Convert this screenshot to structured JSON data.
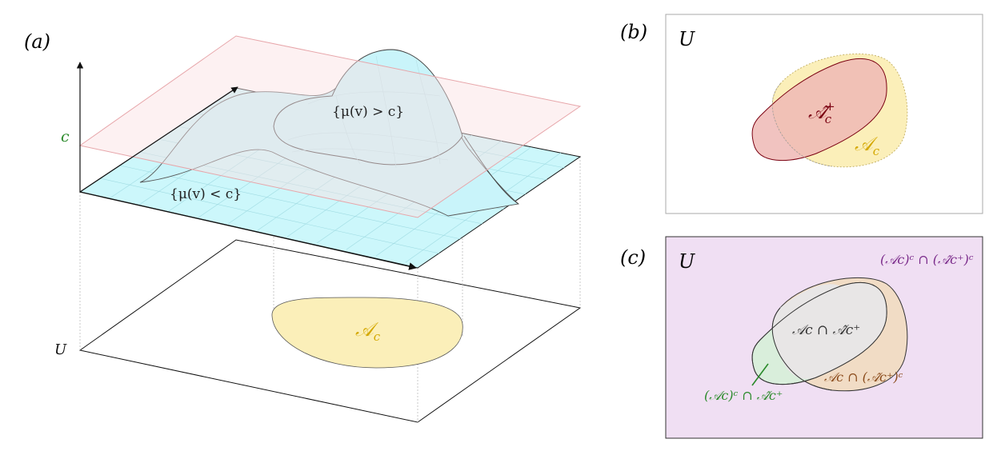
{
  "panel_a": {
    "label": "(a)",
    "axis_c_label": "c",
    "region_above": "{μ(v) > c}",
    "region_below": "{μ(v) < c}",
    "set_label": "𝒜",
    "set_subscript": "c",
    "base_label": "U"
  },
  "panel_b": {
    "label": "(b)",
    "universe_label": "U",
    "estimate_label": "𝒜̂",
    "estimate_sub": "c",
    "estimate_sup": "+",
    "set_label": "𝒜",
    "set_subscript": "c"
  },
  "panel_c": {
    "label": "(c)",
    "universe_label": "U",
    "complement_both": "(𝒜c)ᶜ ∩ (𝒜̂c⁺)ᶜ",
    "intersection": "𝒜c ∩ 𝒜̂c⁺",
    "set_minus_estimate": "𝒜c ∩ (𝒜̂c⁺)ᶜ",
    "estimate_minus_set": "(𝒜c)ᶜ ∩ 𝒜̂c⁺"
  },
  "colors": {
    "plane_cyan": "#ccf7fb",
    "threshold_plane": "#fde9ea",
    "set_yellow": "#fbefb9",
    "estimate_red": "#efb9b5",
    "universe_purple": "#f0dff3",
    "green_label": "#2a8a2a",
    "purple_label": "#7a2a8a",
    "yellow_label": "#d4a800",
    "brown_label": "#8a4a1a",
    "dark_red": "#7a0010"
  }
}
